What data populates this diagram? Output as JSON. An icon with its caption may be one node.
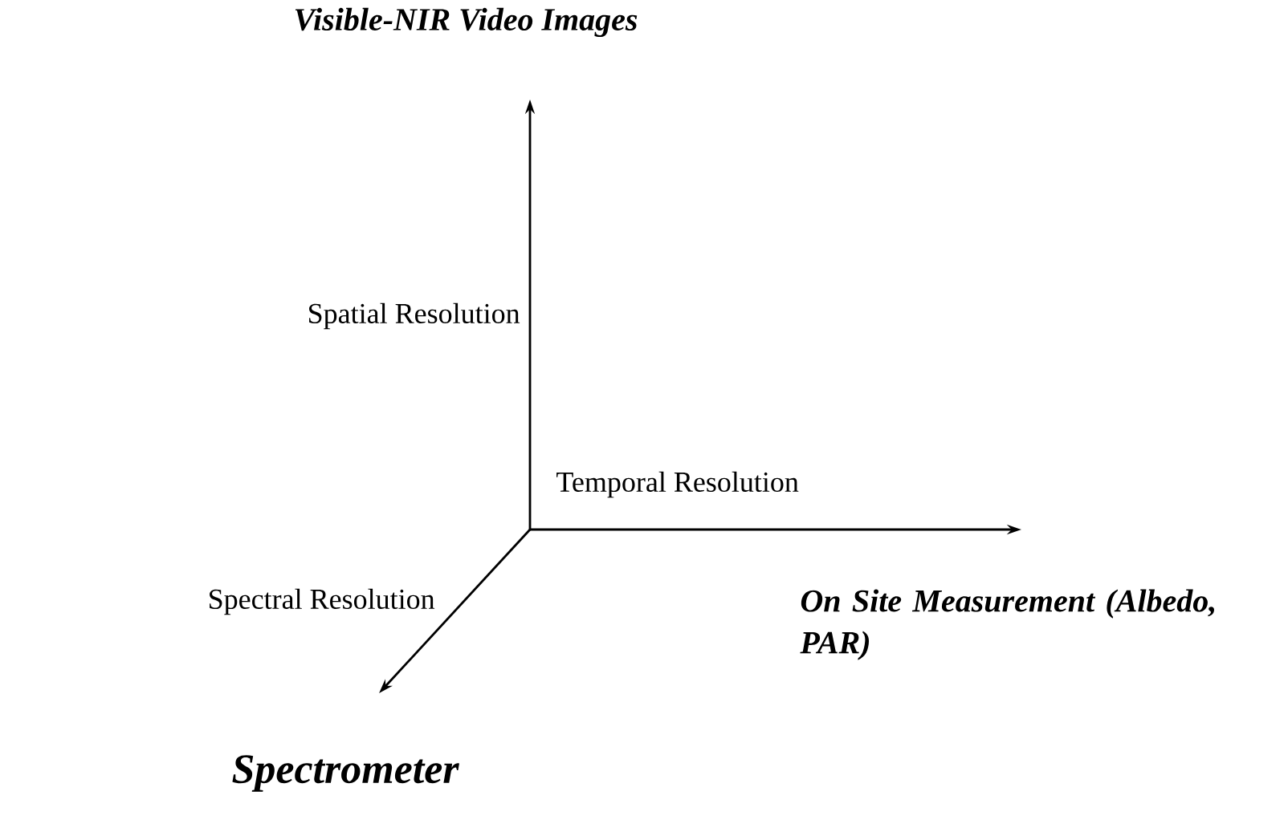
{
  "diagram": {
    "nodes": [
      {
        "text": [
          "Visible-NIR Video Images"
        ]
      },
      {
        "text": [
          "On Site Measurement (Albedo, PAR)"
        ]
      },
      {
        "text": [
          "Spectrometer"
        ]
      }
    ],
    "edges": [
      {
        "from": null,
        "to": 0,
        "arrow": "to",
        "label": "Spatial Resolution"
      },
      {
        "from": null,
        "to": 1,
        "arrow": "to",
        "label": "Temporal Resolution"
      },
      {
        "from": null,
        "to": 2,
        "arrow": "to",
        "label": "Spectral Resolution"
      }
    ]
  }
}
